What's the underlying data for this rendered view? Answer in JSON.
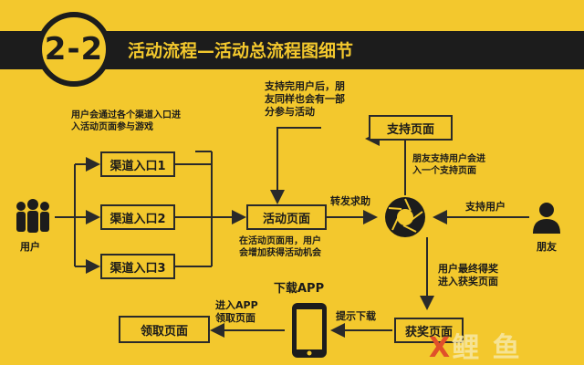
{
  "header": {
    "badge": "2-2",
    "title": "活动流程—活动总流程图细节"
  },
  "nodes": {
    "user_label": "用户",
    "friend_label": "朋友",
    "channel_1": "渠道入口1",
    "channel_2": "渠道入口2",
    "channel_3": "渠道入口3",
    "activity_page": "活动页面",
    "support_page": "支持页面",
    "prize_page": "获奖页面",
    "claim_page": "领取页面"
  },
  "notes": {
    "user_entry_line1": "用户会通过各个渠道入口进",
    "user_entry_line2": "入活动页面参与游戏",
    "after_support_line1": "支持完用户后，朋",
    "after_support_line2": "友同样也会有一部",
    "after_support_line3": "分参与活动",
    "friend_enter_line1": "朋友支持用户会进",
    "friend_enter_line2": "入一个支持页面",
    "forward_help": "转发求助",
    "support_user": "支持用户",
    "share_line1": "在活动页面用，用户",
    "share_line2": "会增加获得活动机会",
    "final_prize_line1": "用户最终得奖",
    "final_prize_line2": "进入获奖页面",
    "download_app": "下载APP",
    "download_hint": "提示下载",
    "enter_app_line1": "进入APP",
    "enter_app_line2": "领取页面"
  },
  "watermark": {
    "x": "X",
    "rest": "鲤 鱼"
  }
}
